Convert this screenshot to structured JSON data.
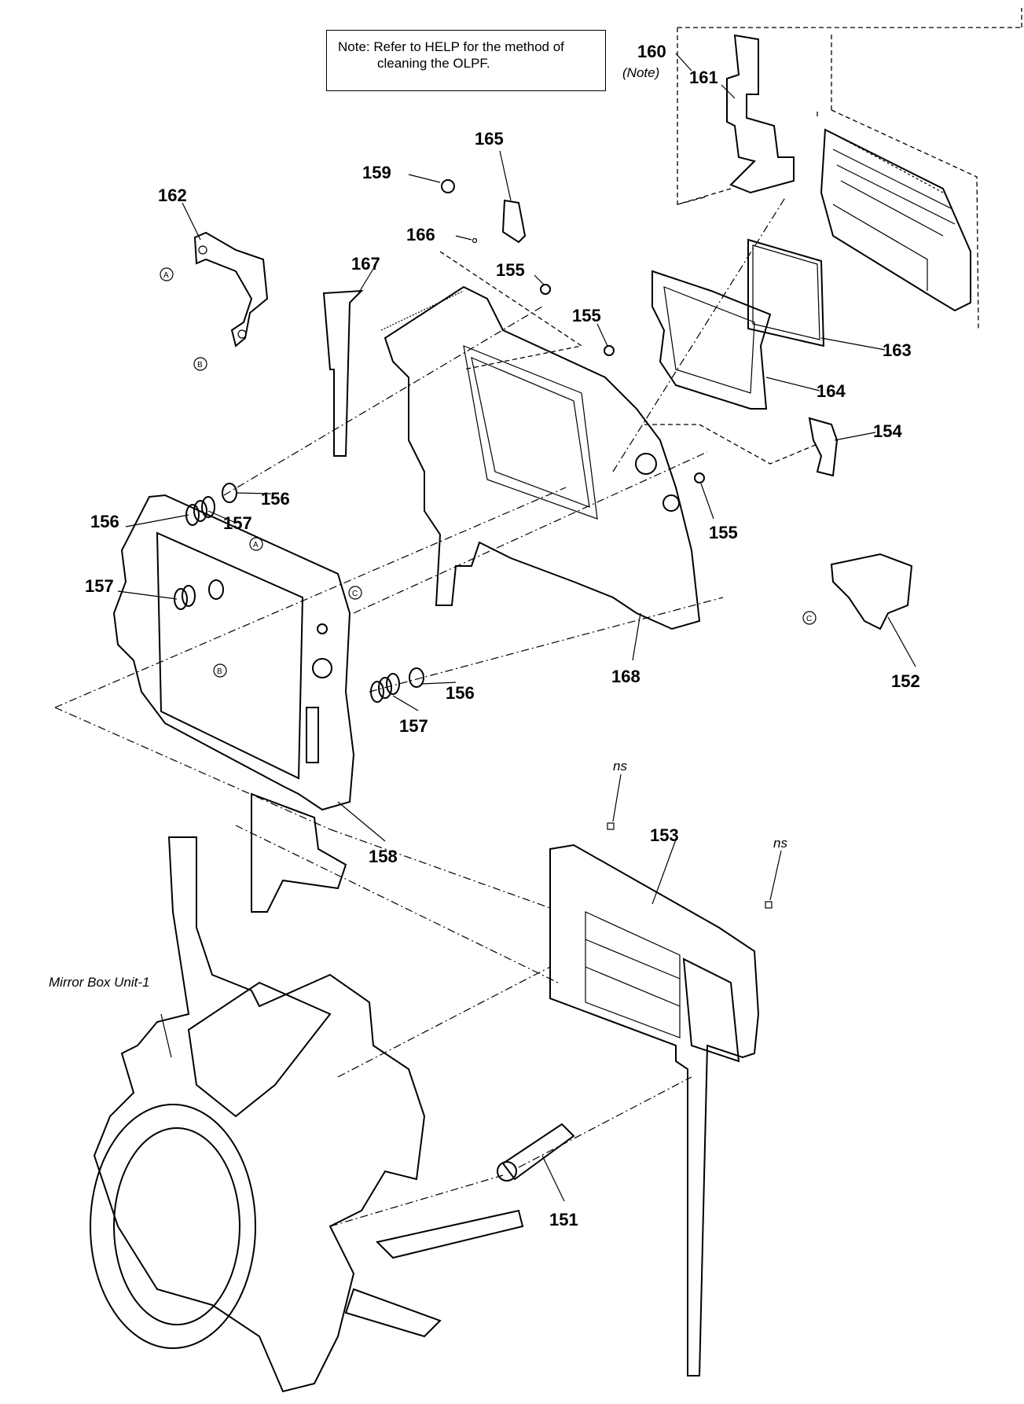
{
  "note": {
    "line1": "Note: Refer to HELP for the method of",
    "line2": "cleaning the OLPF."
  },
  "labels": {
    "p160": "160",
    "p160_note": "(Note)",
    "p161": "161",
    "p165": "165",
    "p159": "159",
    "p162": "162",
    "p166": "166",
    "p167": "167",
    "p155a": "155",
    "p155b": "155",
    "p163": "163",
    "p164": "164",
    "p154": "154",
    "p156a": "156",
    "p157a": "157",
    "p156b": "156",
    "p155c": "155",
    "p157b": "157",
    "p152": "152",
    "p168": "168",
    "p156c": "156",
    "p157c": "157",
    "p158": "158",
    "ns1": "ns",
    "p153": "153",
    "ns2": "ns",
    "mirror_box": "Mirror Box Unit-1",
    "p151": "151"
  },
  "refs": {
    "a1": "A",
    "b1": "B",
    "a2": "A",
    "c1": "C",
    "b2": "B",
    "c2": "C"
  }
}
